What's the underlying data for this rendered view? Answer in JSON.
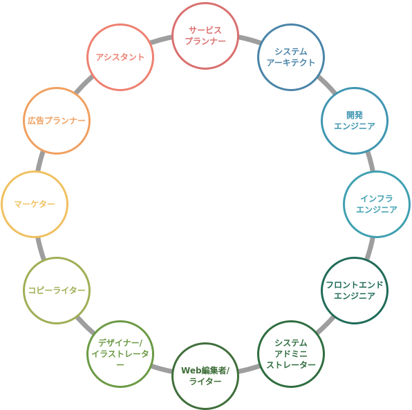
{
  "ring_color": "#9e9e9e",
  "roles": [
    {
      "label": "サービス\nプランナー",
      "color": "#d9706f"
    },
    {
      "label": "システム\nアーキテクト",
      "color": "#4a84a8"
    },
    {
      "label": "開発\nエンジニア",
      "color": "#3f95b0"
    },
    {
      "label": "インフラ\nエンジニア",
      "color": "#3fa0b0"
    },
    {
      "label": "フロントエンド\nエンジニア",
      "color": "#1f6b58"
    },
    {
      "label": "システム\nアドミニ\nストレーター",
      "color": "#2f6d40"
    },
    {
      "label": "Web編集者/\nライター",
      "color": "#3f6e3a"
    },
    {
      "label": "デザイナー/\nイラストレーター",
      "color": "#6b9a45"
    },
    {
      "label": "コピーライター",
      "color": "#a0ae55"
    },
    {
      "label": "マーケター",
      "color": "#f0c060"
    },
    {
      "label": "広告プランナー",
      "color": "#f0a060"
    },
    {
      "label": "アシスタント",
      "color": "#ee8070"
    }
  ]
}
